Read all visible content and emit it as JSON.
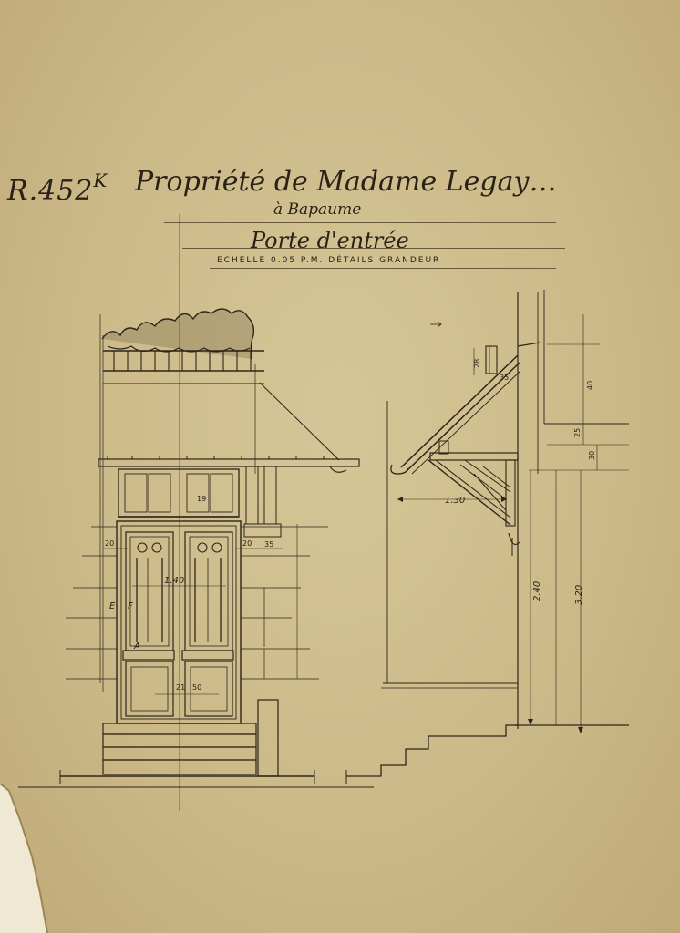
{
  "header": {
    "ref_code": "R.452",
    "ref_suffix": "K",
    "title": "Propriété de Madame Legay",
    "title_abbrev": "…",
    "location": "à Bapaume",
    "subject": "Porte d'entrée",
    "scale_note": "ECHELLE 0.05 P.M.   DÉTAILS GRANDEUR"
  },
  "elevation_labels": {
    "width_total": "1.40",
    "dim_left": "20",
    "dim_right": "20",
    "dim_panel": "35",
    "dim_transom": "19",
    "mark_a": "A",
    "mark_e": "E",
    "mark_f": "F",
    "dim_bottom_1": "21",
    "dim_bottom_2": "50"
  },
  "section_labels": {
    "projection": "1.30",
    "dim_top": "28",
    "dim_top_b": "35",
    "dim_side_1": "40",
    "dim_side_2": "25",
    "dim_side_3": "30",
    "height_1": "2.40",
    "height_2": "3.20"
  },
  "colors": {
    "paper": "#cfbe8e",
    "ink": "#2a2216"
  }
}
